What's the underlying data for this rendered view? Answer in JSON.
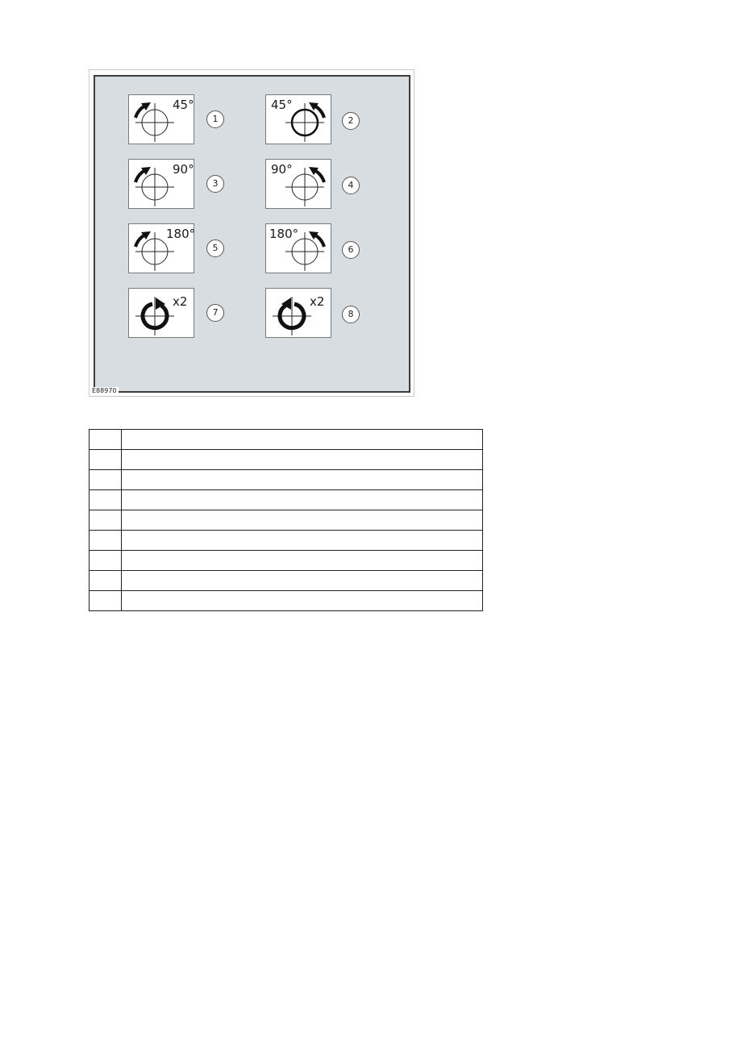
{
  "figure": {
    "reference_code": "E88970",
    "icons": [
      {
        "number": "1",
        "label": "45°",
        "rotation": "clockwise"
      },
      {
        "number": "2",
        "label": "45°",
        "rotation": "counterclockwise"
      },
      {
        "number": "3",
        "label": "90°",
        "rotation": "clockwise"
      },
      {
        "number": "4",
        "label": "90°",
        "rotation": "counterclockwise"
      },
      {
        "number": "5",
        "label": "180°",
        "rotation": "clockwise"
      },
      {
        "number": "6",
        "label": "180°",
        "rotation": "counterclockwise"
      },
      {
        "number": "7",
        "label": "x2",
        "rotation": "clockwise"
      },
      {
        "number": "8",
        "label": "x2",
        "rotation": "counterclockwise"
      }
    ]
  },
  "legend_table": {
    "rows": [
      {
        "item": "",
        "description": ""
      },
      {
        "item": "",
        "description": ""
      },
      {
        "item": "",
        "description": ""
      },
      {
        "item": "",
        "description": ""
      },
      {
        "item": "",
        "description": ""
      },
      {
        "item": "",
        "description": ""
      },
      {
        "item": "",
        "description": ""
      },
      {
        "item": "",
        "description": ""
      },
      {
        "item": "",
        "description": ""
      }
    ]
  }
}
